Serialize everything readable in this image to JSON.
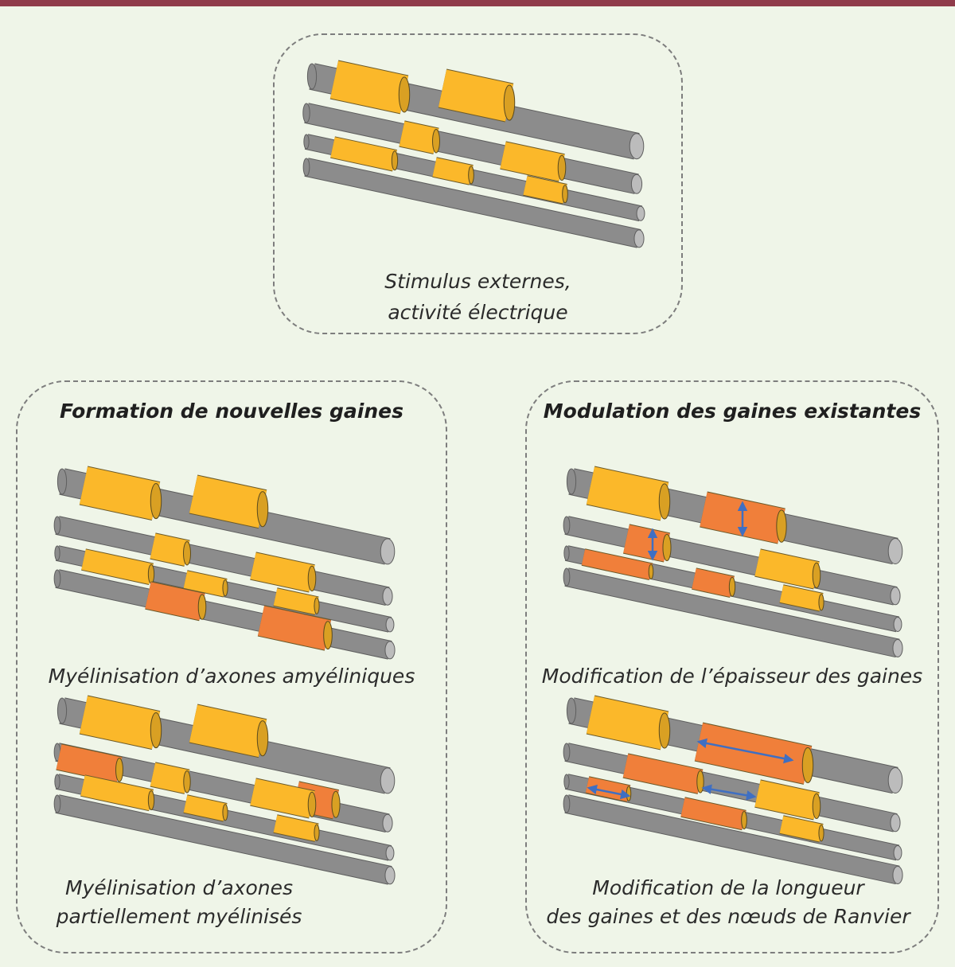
{
  "colors": {
    "background": "#eff5e8",
    "top_bar": "#8f3b4a",
    "axon": "#8c8c8c",
    "axon_end": "#bcbcbc",
    "myelin_existing": "#fbb82a",
    "myelin_new": "#f07f3a",
    "arrow": "#3f6fc2",
    "panel_border": "#7d7d7d"
  },
  "top_panel": {
    "caption_line1": "Stimulus externes,",
    "caption_line2": "activité électrique"
  },
  "left_panel": {
    "heading": "Formation de nouvelles gaines",
    "caption_a": "Myélinisation d’axones amyéliniques",
    "caption_b_line1": "Myélinisation d’axones",
    "caption_b_line2": "partiellement myélinisés"
  },
  "right_panel": {
    "heading": "Modulation des gaines existantes",
    "caption_a": "Modification de l’épaisseur des gaines",
    "caption_b_line1": "Modification de la longueur",
    "caption_b_line2": "des gaines et des nœuds de Ranvier"
  }
}
